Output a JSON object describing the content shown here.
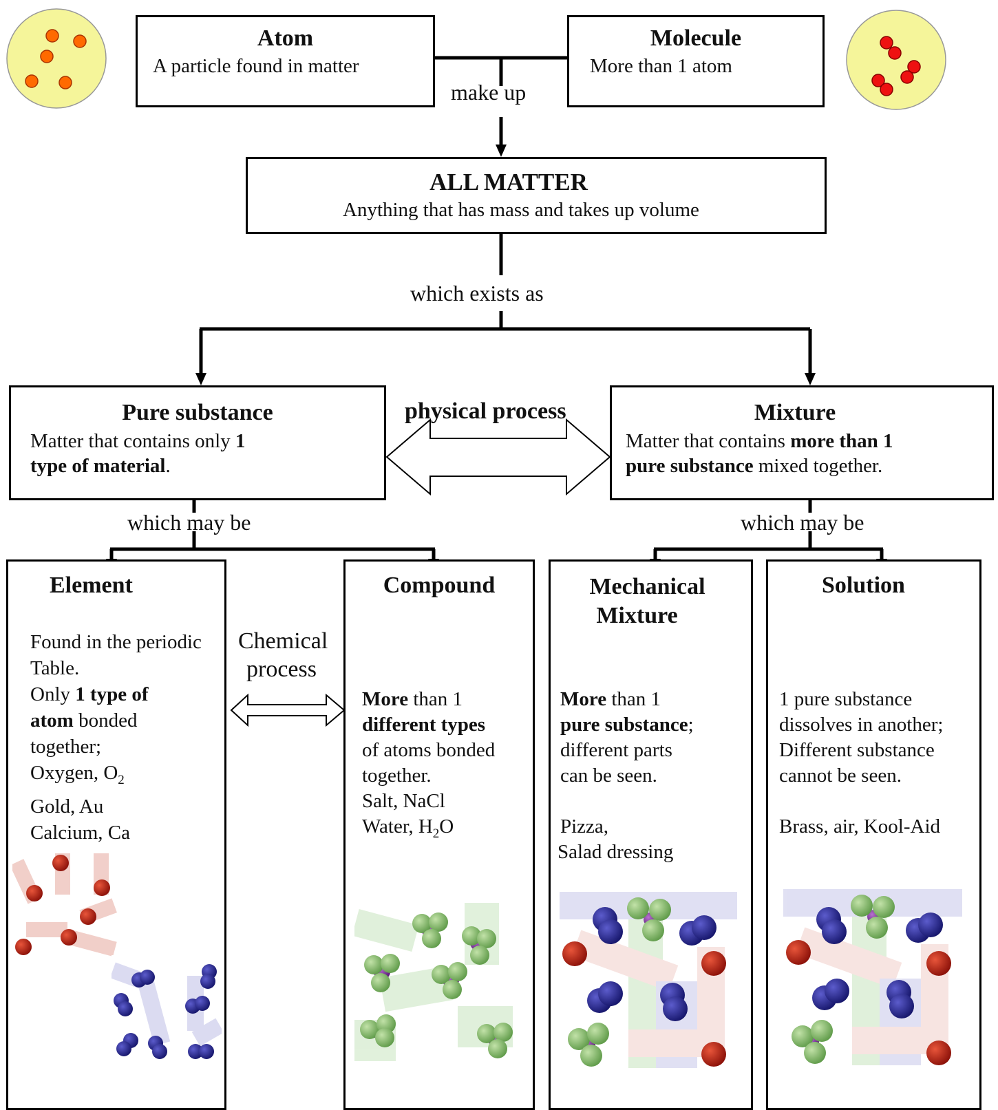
{
  "top": {
    "atom": {
      "title": "Atom",
      "desc": "A particle found in matter"
    },
    "molecule": {
      "title": "Molecule",
      "desc": "More than 1 atom"
    },
    "connector": "make up"
  },
  "all_matter": {
    "title": "ALL MATTER",
    "desc": "Anything that has mass and takes up volume"
  },
  "exists_as": "which exists as",
  "physical_process": "physical process",
  "chemical_process_line1": "Chemical",
  "chemical_process_line2": "process",
  "pure": {
    "title": "Pure substance",
    "desc_plain1": "Matter that contains only ",
    "desc_bold1": "1",
    "desc_bold2": "type of material",
    "desc_plain2": "."
  },
  "mixture": {
    "title": "Mixture",
    "desc_plain1": "Matter that contains ",
    "desc_bold1": "more than 1",
    "desc_bold2": "pure substance",
    "desc_plain2": " mixed together."
  },
  "may_be_left": "which may be",
  "may_be_right": "which may be",
  "element": {
    "title": "Element",
    "line1": "Found in the periodic",
    "line2": "Table.",
    "line3_plain": "Only ",
    "line3_bold": "1 type of",
    "line4_bold": "atom",
    "line4_plain": " bonded",
    "line5": "together;",
    "line6": "Oxygen, O",
    "line6_sub": "2",
    "line7": "Gold, Au",
    "line8": "Calcium, Ca"
  },
  "compound": {
    "title": "Compound",
    "line1_bold": "More",
    "line1_plain": " than 1",
    "line2_bold": "different types",
    "line3": "of atoms bonded",
    "line4": "together.",
    "line5": "Salt, NaCl",
    "line6": "Water, H",
    "line6_sub": "2",
    "line6_end": "O"
  },
  "mechanical": {
    "title_line1": "Mechanical",
    "title_line2": "Mixture",
    "line1_bold": "More",
    "line1_plain": " than 1",
    "line2_bold": "pure substance",
    "line2_plain": ";",
    "line3": "different parts",
    "line4": "can be seen.",
    "line5": "Pizza,",
    "line6": "Salad dressing"
  },
  "solution": {
    "title": "Solution",
    "line1": "1 pure substance",
    "line2": "dissolves in another;",
    "line3": "Different substance",
    "line4": "cannot be seen.",
    "line5": "Brass, air, Kool-Aid"
  },
  "colors": {
    "circle_fill": "#f5f59a",
    "atom_dot": "#ff6a00",
    "molecule_dot": "#ee1111",
    "red_atom": "#b52010",
    "blue_atom": "#2a2a9a",
    "green_atom": "#8fbf78",
    "purple_atom": "#8a3aa8"
  }
}
